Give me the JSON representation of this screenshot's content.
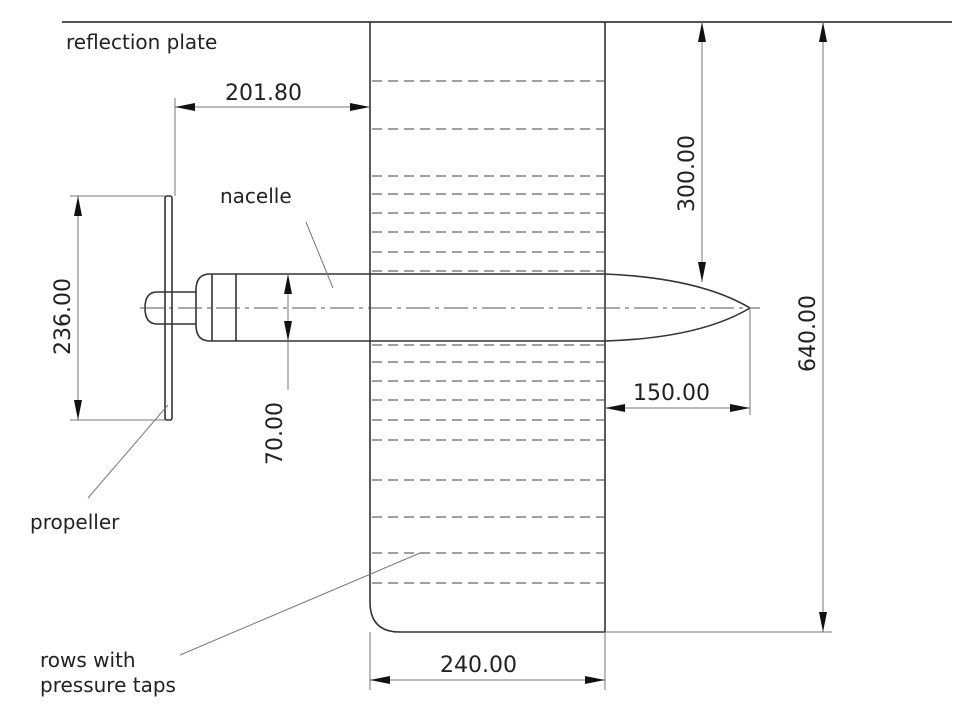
{
  "labels": {
    "reflection_plate": "reflection plate",
    "nacelle": "nacelle",
    "propeller": "propeller",
    "rows_line1": "rows with",
    "rows_line2": "pressure taps"
  },
  "dimensions": {
    "propeller_offset": "201.80",
    "propeller_diameter": "236.00",
    "nacelle_diameter": "70.00",
    "nacelle_position": "300.00",
    "span": "640.00",
    "nacelle_overhang": "150.00",
    "chord": "240.00"
  }
}
